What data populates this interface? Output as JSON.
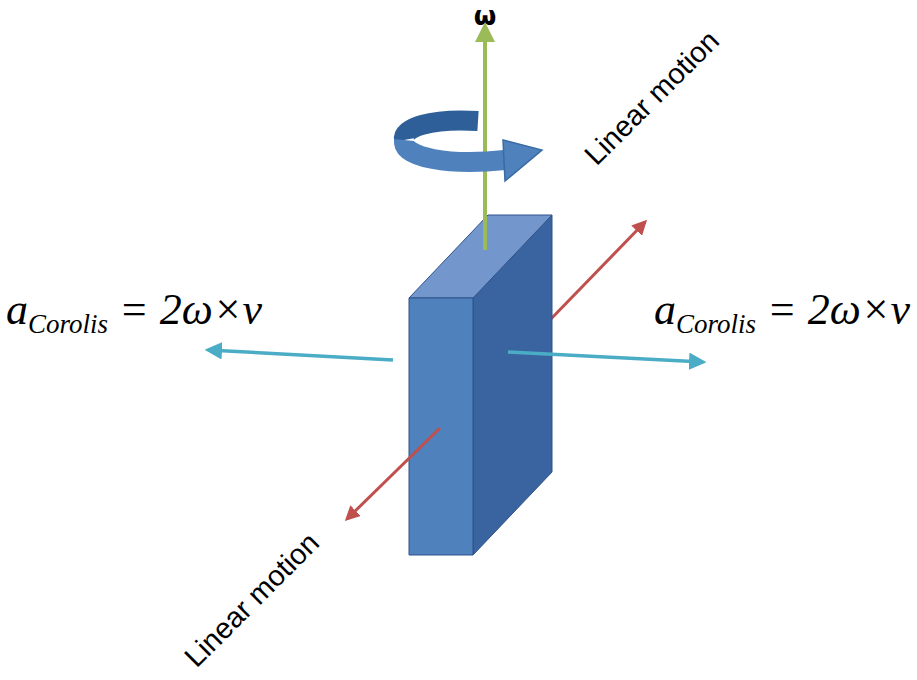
{
  "diagram": {
    "labels": [
      "ω",
      "Linear motion",
      "Linear motion",
      "a",
      "Corolis",
      "= 2ω×v",
      "a",
      "Corolis",
      "= 2ω×v"
    ]
  }
}
